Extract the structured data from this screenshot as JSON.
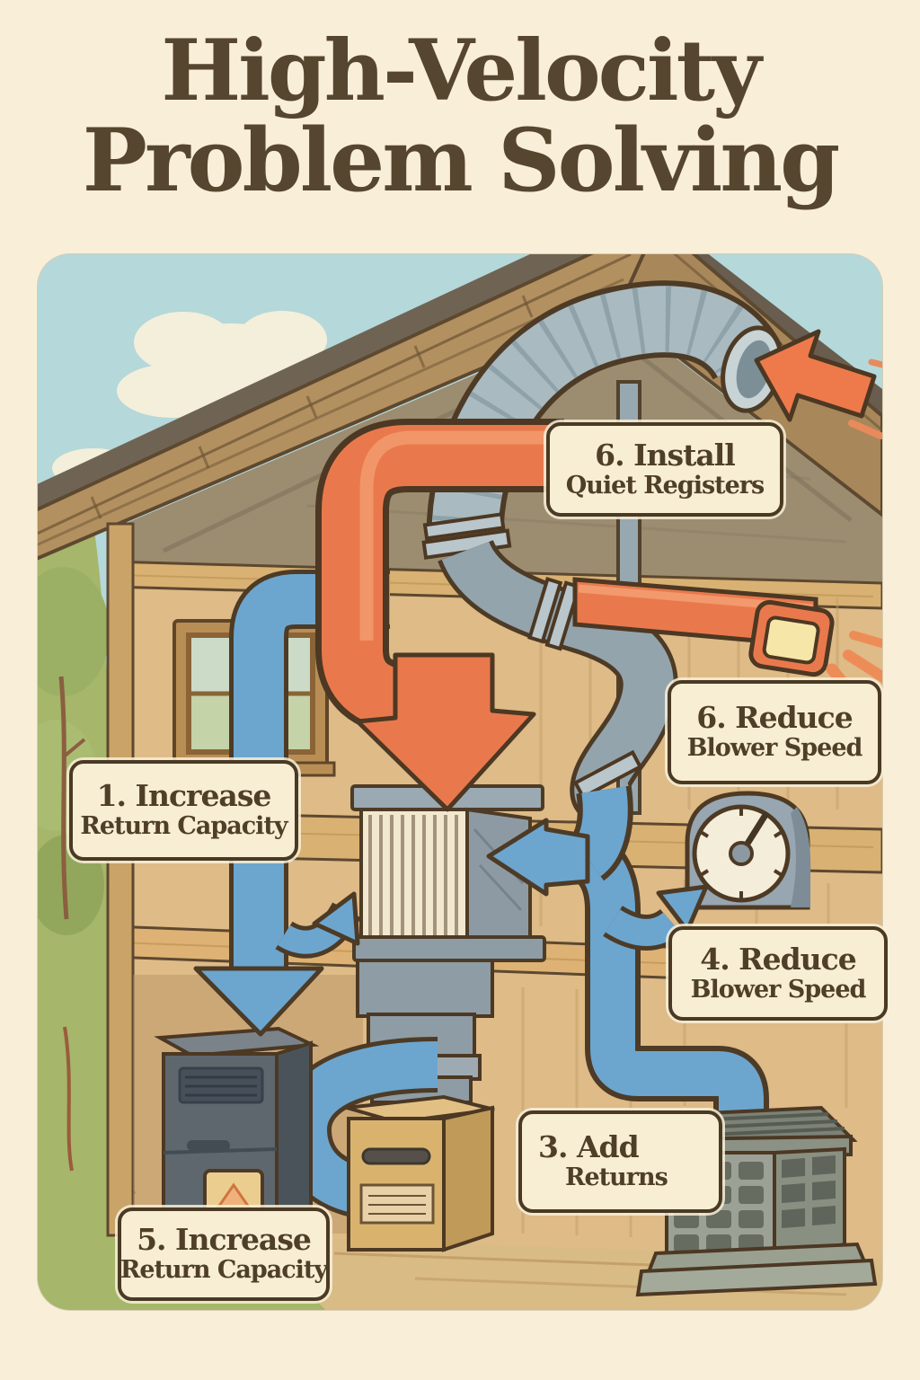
{
  "poster": {
    "title_line1": "High-Velocity",
    "title_line2": "Problem Solving"
  },
  "labels": [
    {
      "id": "install-quiet-registers",
      "line1": "6. Install",
      "line2": "Quiet Registers"
    },
    {
      "id": "reduce-blower-speed-upper",
      "line1": "6. Reduce",
      "line2": "Blower Speed"
    },
    {
      "id": "increase-return-capacity-upper",
      "line1": "1. Increase",
      "line2": "Return Capacity"
    },
    {
      "id": "reduce-blower-speed-lower",
      "line1": "4. Reduce",
      "line2": "Blower Speed"
    },
    {
      "id": "add-returns",
      "line1": "3. Add",
      "line2": "Returns"
    },
    {
      "id": "increase-return-capacity-lower",
      "line1": "5. Increase",
      "line2": "Return Capacity"
    }
  ],
  "colors": {
    "paper": "#f9efd9",
    "title_text": "#57462f",
    "label_bg": "#f7eed4",
    "label_border": "#4a3a24",
    "accent_orange": "#e9794c",
    "accent_blue": "#6ca6cf",
    "duct_gray": "#a9bac0",
    "roof_brown": "#b3905f",
    "wall_tan": "#debb87",
    "grass_green": "#a6b66a",
    "sky_blue": "#b5d8da"
  },
  "scene": {
    "elements": [
      "house-cutaway",
      "gable-roof",
      "sky",
      "clouds",
      "grass",
      "window",
      "attic-flex-duct",
      "flex-duct-mouth",
      "airflow-arrow-orange",
      "supply-duct-orange",
      "down-arrow-orange",
      "ceiling-register-vent",
      "register-glow",
      "noise-lines",
      "gray-trunk-duct",
      "return-duct-blue",
      "airflow-arrow-blue",
      "blower-speed-gauge",
      "air-filter-unit",
      "furnace",
      "flame-icon",
      "air-handler-unit",
      "outdoor-condenser-unit",
      "condenser-pad"
    ]
  }
}
